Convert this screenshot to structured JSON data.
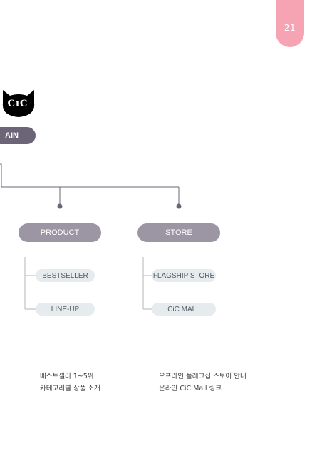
{
  "page": {
    "number": "21"
  },
  "logo": {
    "text": "CıC"
  },
  "tree": {
    "root": {
      "label": "AIN"
    },
    "branches": [
      {
        "label": "PRODUCT",
        "children": [
          "BESTSELLER",
          "LINE-UP"
        ],
        "description": [
          "베스트셀러 1~5위",
          "카테고리별 상품 소개"
        ]
      },
      {
        "label": "STORE",
        "children": [
          "FLAGSHIP STORE",
          "CiC MALL"
        ],
        "description": [
          "오프라인 플래그십 스토어 안내",
          "온라인 CiC Mall 링크"
        ]
      }
    ]
  },
  "colors": {
    "page_tab": "#f6a3b4",
    "root_pill": "#6c6577",
    "branch_pill": "#9b95a4",
    "leaf_pill": "#e6ebee",
    "connector": "#6c6577"
  }
}
